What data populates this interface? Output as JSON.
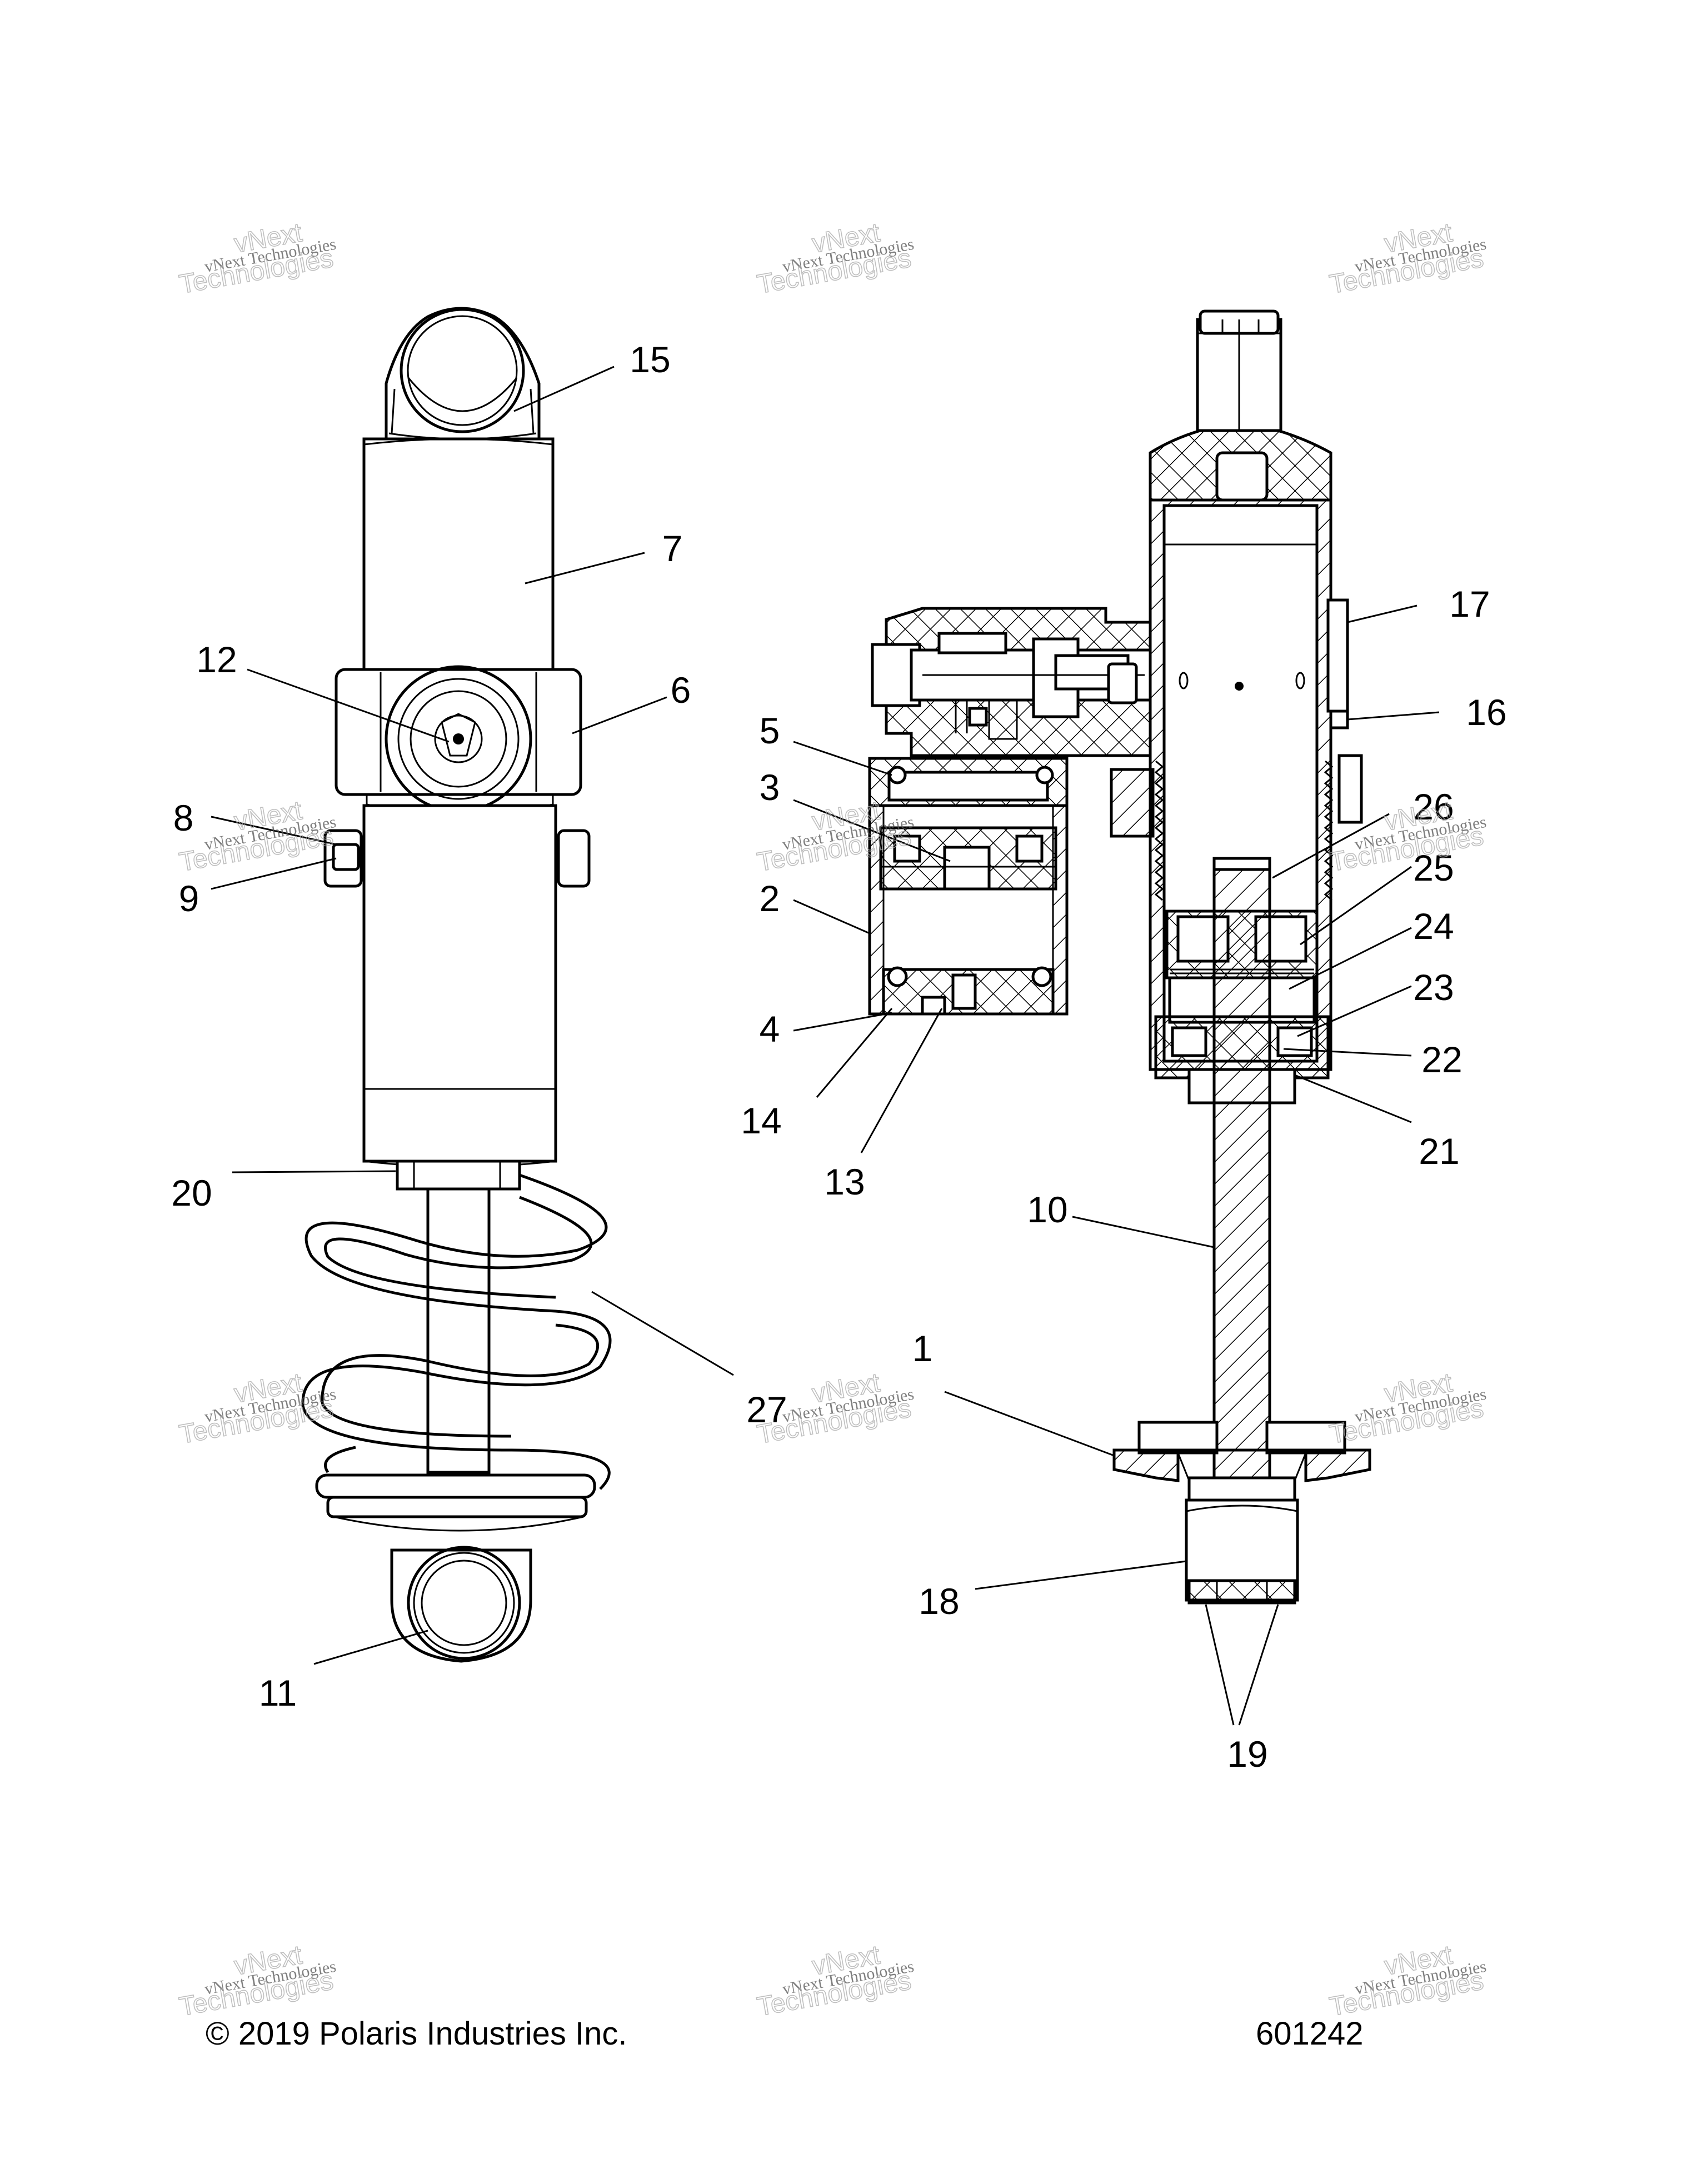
{
  "callouts": [
    "1",
    "2",
    "3",
    "4",
    "5",
    "6",
    "7",
    "8",
    "9",
    "10",
    "11",
    "12",
    "13",
    "14",
    "15",
    "16",
    "17",
    "18",
    "19",
    "20",
    "21",
    "22",
    "23",
    "24",
    "25",
    "26",
    "27"
  ],
  "watermark": {
    "line1": "vNext Technologies",
    "line2": "vNext",
    "line3": "Technologies"
  },
  "footer": {
    "copyright": "© 2019 Polaris Industries Inc.",
    "figure_number": "601242"
  }
}
